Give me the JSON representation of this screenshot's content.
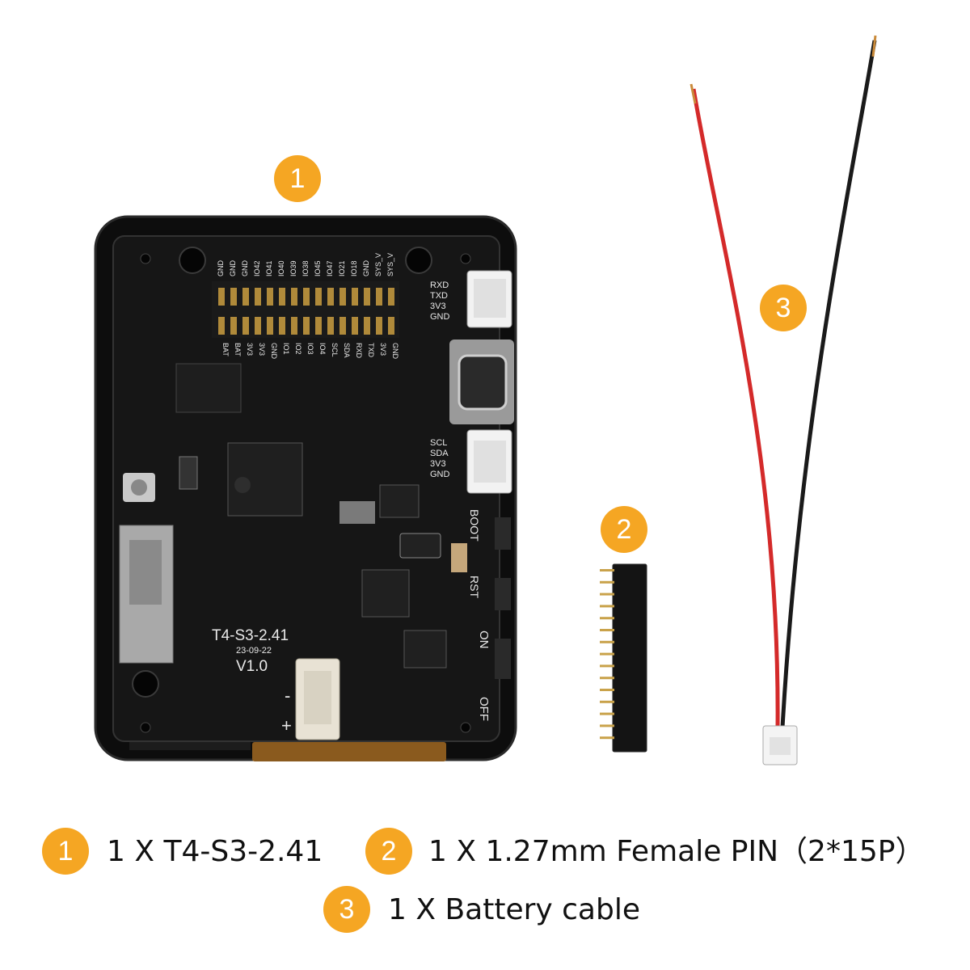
{
  "callouts": {
    "board": "1",
    "header": "2",
    "cable": "3"
  },
  "board_silkscreen": {
    "model": "T4-S3-2.41",
    "date": "23-09-22",
    "version": "V1.0",
    "top_pins": [
      "GND",
      "GND",
      "GND",
      "IO42",
      "IO41",
      "IO40",
      "IO39",
      "IO38",
      "IO45",
      "IO47",
      "IO21",
      "IO18",
      "GND",
      "SYS_V",
      "SYS_V"
    ],
    "bottom_pins": [
      "BAT",
      "BAT",
      "3V3",
      "3V3",
      "GND",
      "IO1",
      "IO2",
      "IO3",
      "IO4",
      "SCL",
      "SDA",
      "RXD",
      "TXD",
      "3V3",
      "GND"
    ],
    "uart_pins": [
      "RXD",
      "TXD",
      "3V3",
      "GND"
    ],
    "i2c_pins": [
      "SCL",
      "SDA",
      "3V3",
      "GND"
    ],
    "buttons": [
      "BOOT",
      "RST"
    ],
    "switch": [
      "ON",
      "OFF"
    ],
    "battery_polarity": [
      "-",
      "+"
    ]
  },
  "legend": [
    {
      "number": "1",
      "text": "1 X T4-S3-2.41"
    },
    {
      "number": "2",
      "text": "1 X 1.27mm Female PIN（2*15P）"
    },
    {
      "number": "3",
      "text": "1 X Battery cable"
    }
  ],
  "colors": {
    "badge": "#f5a623",
    "pcb": "#111111",
    "red_wire": "#d42a2a",
    "black_wire": "#1a1a1a"
  }
}
